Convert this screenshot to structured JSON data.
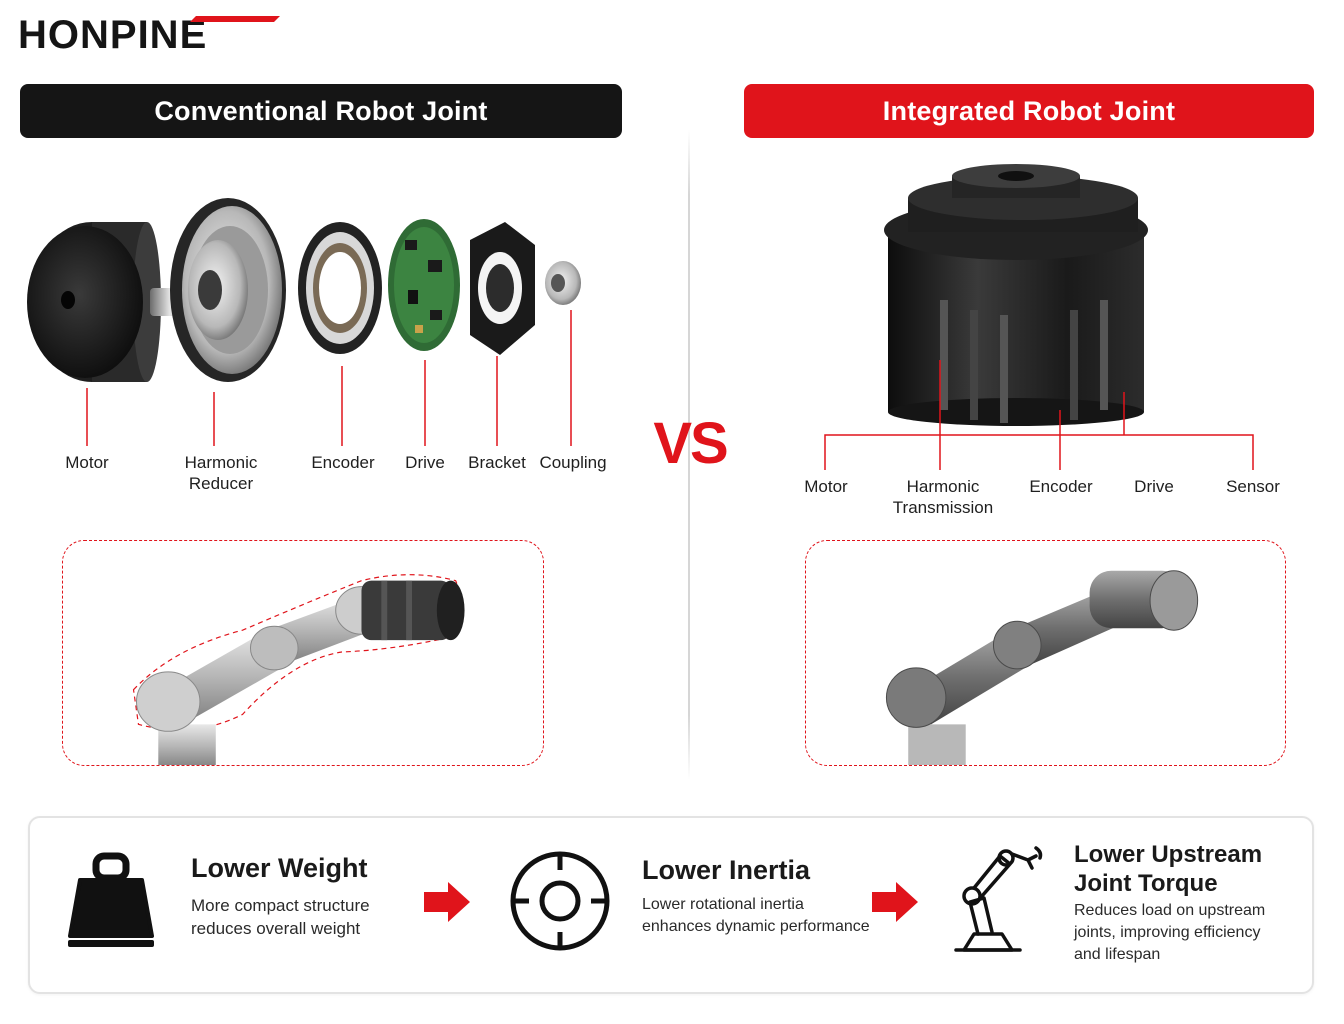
{
  "brand": {
    "logo_text": "HONPINE",
    "accent": "#e0141b"
  },
  "left_section": {
    "title": "Conventional Robot Joint",
    "components": [
      {
        "id": "motor",
        "label": "Motor"
      },
      {
        "id": "harmonic-reducer",
        "label": "Harmonic\nReducer"
      },
      {
        "id": "encoder",
        "label": "Encoder"
      },
      {
        "id": "drive",
        "label": "Drive"
      },
      {
        "id": "bracket",
        "label": "Bracket"
      },
      {
        "id": "coupling",
        "label": "Coupling"
      }
    ]
  },
  "vs_label": "VS",
  "right_section": {
    "title": "Integrated Robot Joint",
    "components": [
      {
        "id": "motor",
        "label": "Motor"
      },
      {
        "id": "harmonic-transmission",
        "label": "Harmonic\nTransmission"
      },
      {
        "id": "encoder",
        "label": "Encoder"
      },
      {
        "id": "drive",
        "label": "Drive"
      },
      {
        "id": "sensor",
        "label": "Sensor"
      }
    ]
  },
  "benefits": [
    {
      "icon": "weight-icon",
      "title": "Lower Weight",
      "description": "More compact structure\nreduces overall weight"
    },
    {
      "icon": "inertia-target-icon",
      "title": "Lower Inertia",
      "description": "Lower rotational inertia\nenhances dynamic performance"
    },
    {
      "icon": "robot-arm-icon",
      "title": "Lower Upstream\nJoint Torque",
      "description": "Reduces load on upstream\njoints, improving efficiency\nand lifespan"
    }
  ]
}
